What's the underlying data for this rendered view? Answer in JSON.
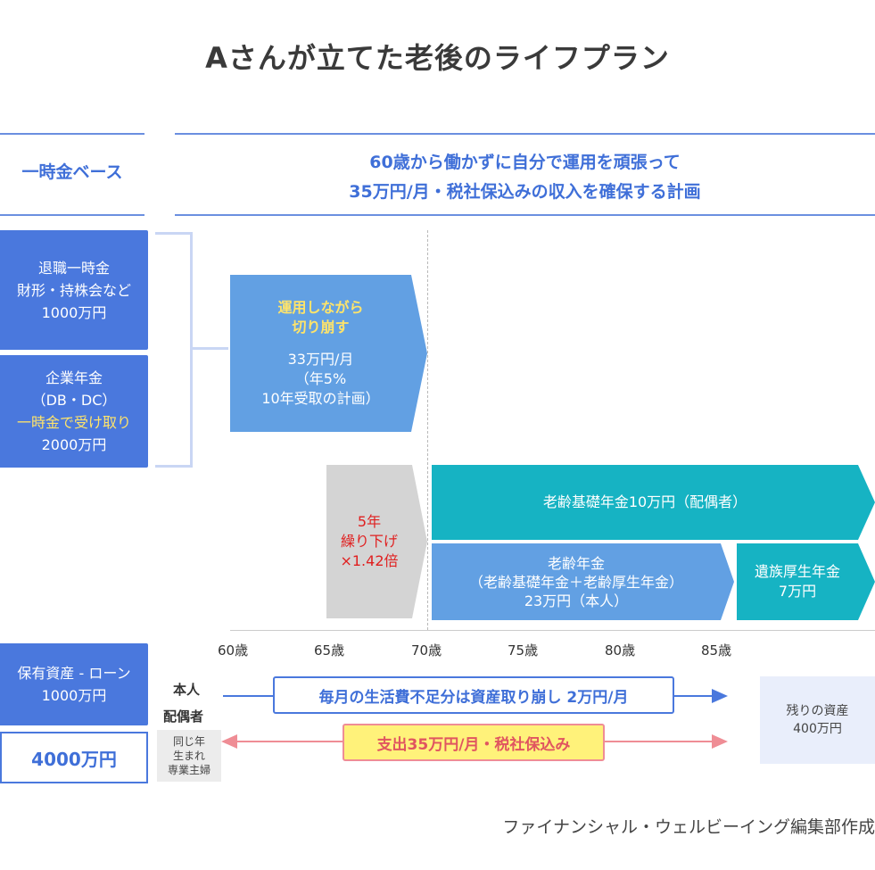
{
  "title": "Aさんが立てた老後のライフプラン",
  "base_label": "一時金ベース",
  "headline": {
    "line1": "60歳から働かずに自分で運用を頑張って",
    "line2": "35万円/月・税社保込みの収入を確保する計画"
  },
  "left_boxes": {
    "retirement": {
      "line1": "退職一時金",
      "line2": "財形・持株会など",
      "line3": "1000万円"
    },
    "pension": {
      "line1": "企業年金",
      "line2": "（DB・DC）",
      "line3": "一時金で受け取り",
      "line4": "2000万円"
    },
    "assets": {
      "line1": "保有資産 - ローン",
      "line2": "1000万円"
    },
    "total": "4000万円"
  },
  "drawdown": {
    "line1": "運用しながら",
    "line2": "切り崩す",
    "line3": "33万円/月",
    "line4": "（年5%",
    "line5": "10年受取の計画）"
  },
  "deferral": {
    "line1": "5年",
    "line2": "繰り下げ",
    "line3": "×1.42倍"
  },
  "basic_pension_spouse": "老齢基礎年金10万円（配偶者）",
  "old_age_pension": {
    "line1": "老齢年金",
    "line2": "（老齢基礎年金＋老齢厚生年金）",
    "line3": "23万円（本人）"
  },
  "survivor_pension": {
    "line1": "遺族厚生年金",
    "line2": "7万円"
  },
  "ticks": [
    "60歳",
    "65歳",
    "70歳",
    "75歳",
    "80歳",
    "85歳"
  ],
  "persons": {
    "self": "本人",
    "spouse": "配偶者"
  },
  "spouse_note": {
    "line1": "同じ年",
    "line2": "生まれ",
    "line3": "専業主婦"
  },
  "shortfall": "毎月の生活費不足分は資産取り崩し 2万円/月",
  "expense": "支出35万円/月・税社保込み",
  "remaining": {
    "line1": "残りの資産",
    "line2": "400万円"
  },
  "credit": "ファイナンシャル・ウェルビーイング編集部作成",
  "colors": {
    "accent_blue": "#4a78dd",
    "light_blue": "#62a0e3",
    "teal": "#16b3c3",
    "gray": "#d4d4d4",
    "yellow": "#ffe46a",
    "red": "#e01f1f",
    "pink_arrow": "#ef8d95"
  }
}
